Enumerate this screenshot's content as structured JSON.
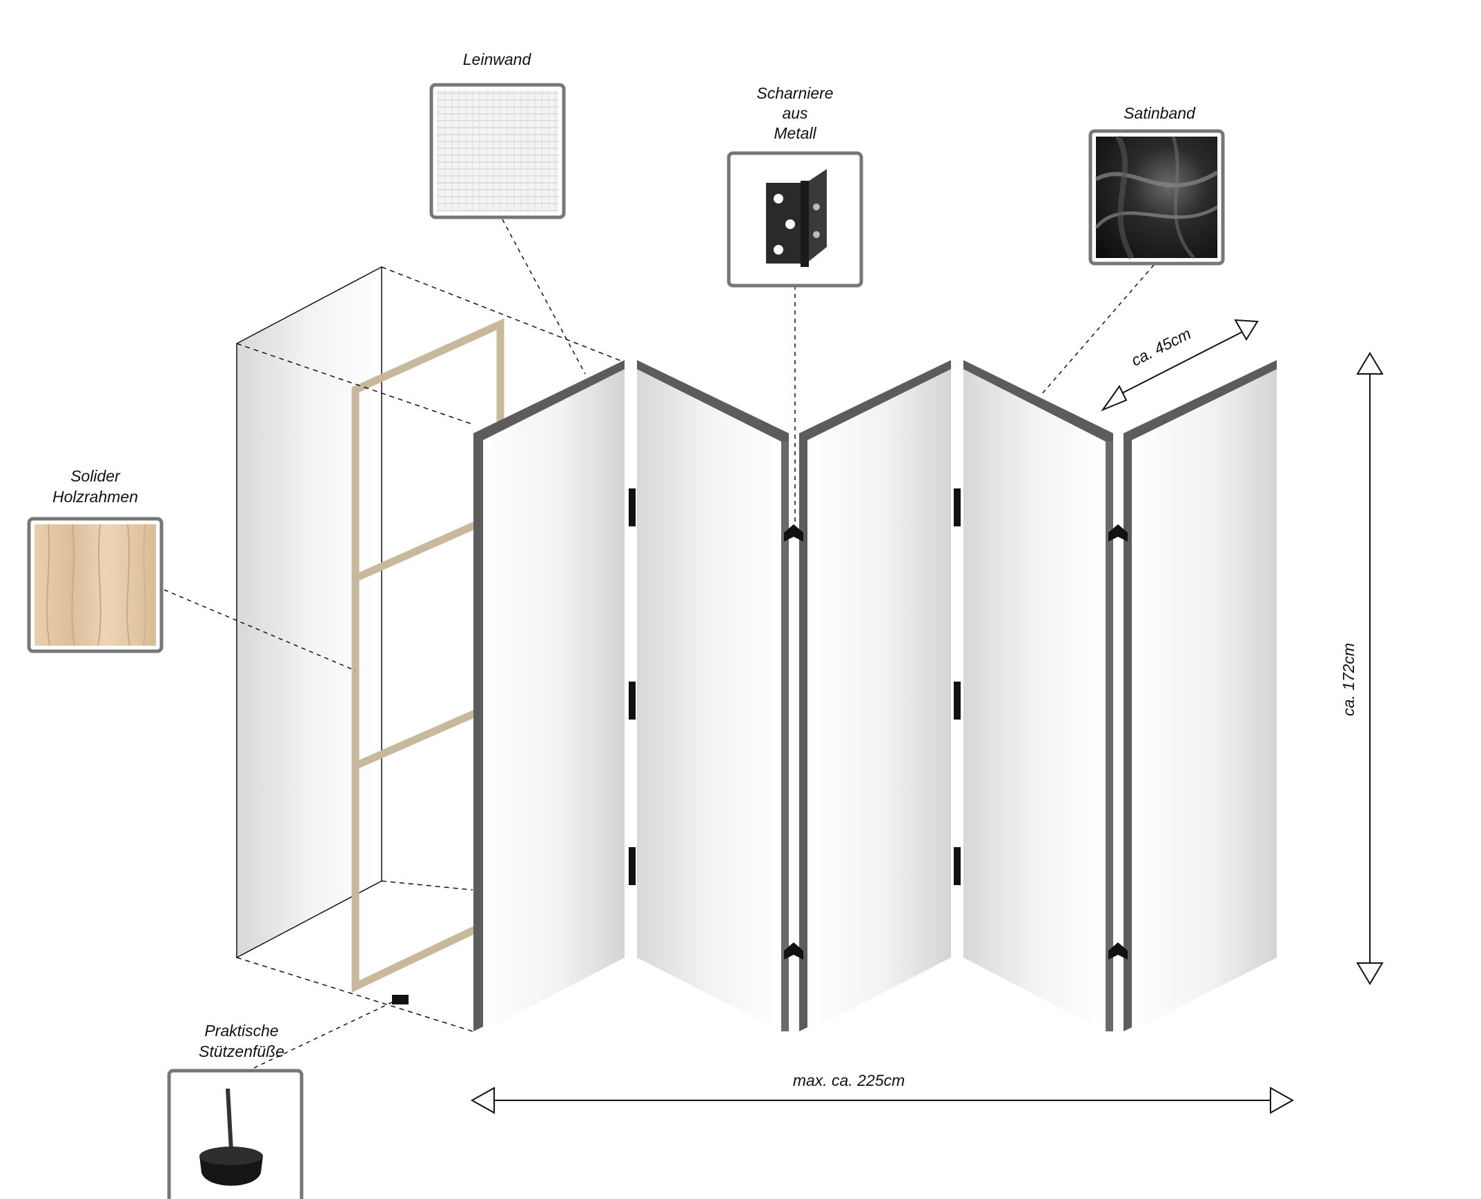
{
  "colors": {
    "panel_edge": "#5c5c5c",
    "frame_wood": "#c8b89c",
    "callout_border": "#777777",
    "wood_texture": "#e6ccaa",
    "satin": "#1c1c1c",
    "hinge": "#2a2a2a",
    "line": "#111111"
  },
  "labels": {
    "leinwand": "Leinwand",
    "scharniere": [
      "Scharniere",
      "aus",
      "Metall"
    ],
    "satinband": "Satinband",
    "holzrahmen": [
      "Solider",
      "Holzrahmen"
    ],
    "stuetzenfuesse": [
      "Praktische",
      "Stützenfüße"
    ]
  },
  "dimensions": {
    "depth": "ca. 45cm",
    "height": "ca. 172cm",
    "width": "max. ca. 225cm"
  },
  "icons": {
    "leinwand": "canvas-texture-icon",
    "scharniere": "metal-hinge-icon",
    "satinband": "satin-fabric-icon",
    "holzrahmen": "wood-grain-icon",
    "stuetzenfuesse": "support-foot-icon"
  }
}
